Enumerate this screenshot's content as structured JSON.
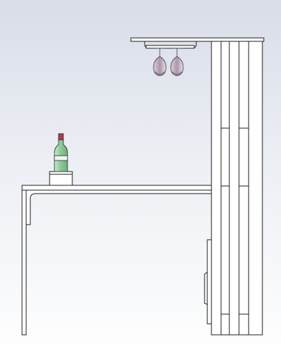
{
  "scene": {
    "background_top": "#d9dde8",
    "background_bottom": "#ffffff",
    "line_color": "#1a1a1a",
    "surface_color": "#ffffff",
    "bottle_glass_color": "#9fd2a8",
    "bottle_cap_color": "#b03a4a",
    "wine_glass_color": "#b8a8b8",
    "objects": [
      "bar-counter",
      "shelf-unit",
      "wine-bottle",
      "bottle-stand",
      "glass-rack",
      "wine-glass",
      "wine-glass"
    ]
  }
}
